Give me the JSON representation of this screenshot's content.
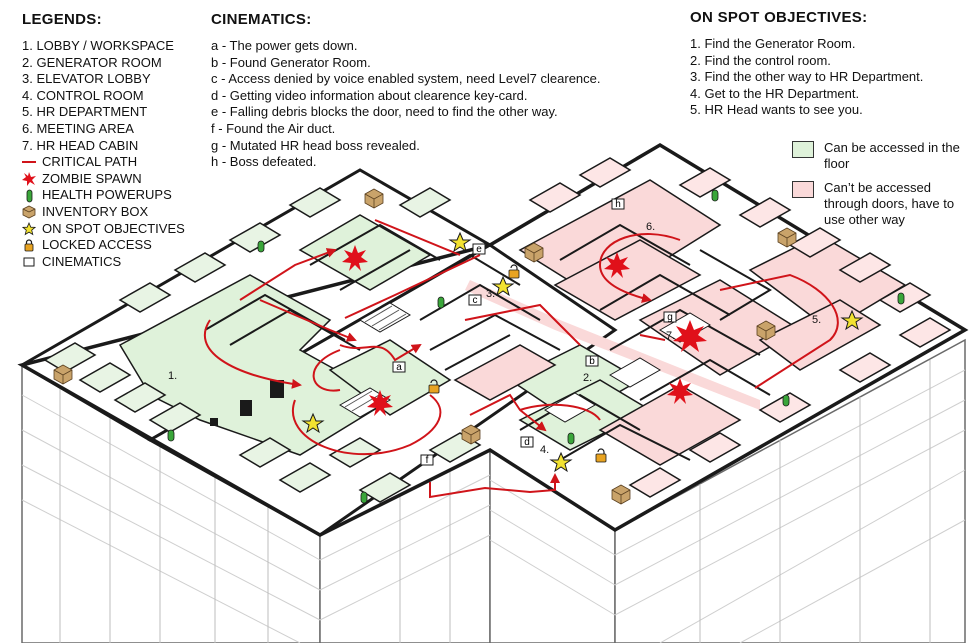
{
  "legends": {
    "title": "LEGENDS:",
    "rooms": [
      "1. LOBBY / WORKSPACE",
      "2. GENERATOR ROOM",
      "3. ELEVATOR LOBBY",
      "4. CONTROL ROOM",
      "5. HR DEPARTMENT",
      "6. MEETING AREA",
      "7. HR HEAD CABIN"
    ],
    "symbols": [
      {
        "icon": "critical-path-line",
        "label": "CRITICAL PATH"
      },
      {
        "icon": "zombie-spawn-burst",
        "label": "ZOMBIE SPAWN"
      },
      {
        "icon": "health-capsule",
        "label": "HEALTH POWERUPS"
      },
      {
        "icon": "inventory-box",
        "label": "INVENTORY BOX"
      },
      {
        "icon": "objective-star",
        "label": "ON SPOT OBJECTIVES"
      },
      {
        "icon": "padlock",
        "label": "LOCKED ACCESS"
      },
      {
        "icon": "cinematic-square",
        "label": "CINEMATICS"
      }
    ]
  },
  "cinematics": {
    "title": "CINEMATICS:",
    "items": [
      "a - The power gets down.",
      "b - Found Generator Room.",
      "c - Access denied by voice enabled system, need Level7 clearence.",
      "d - Getting video information about clearence key-card.",
      "e - Falling debris blocks the door, need to find the other way.",
      "f -  Found the Air duct.",
      "g - Mutated HR head boss revealed.",
      "h - Boss defeated."
    ]
  },
  "objectives": {
    "title": "ON SPOT OBJECTIVES:",
    "items": [
      "1. Find the Generator Room.",
      "2. Find the control room.",
      "3. Find the other way to HR Department.",
      "4. Get to the HR Department.",
      "5. HR Head wants to see you."
    ]
  },
  "access_key": [
    {
      "label": "Can be accessed in the floor",
      "color": "#dff2da"
    },
    {
      "label": "Can’t be accessed through doors, have to use other way",
      "color": "#fad9d9"
    }
  ],
  "map": {
    "room_numbers": [
      "1.",
      "2.",
      "3.",
      "4.",
      "5.",
      "6.",
      "7."
    ],
    "cinematic_letters": [
      "a",
      "b",
      "c",
      "d",
      "e",
      "f",
      "g",
      "h"
    ]
  },
  "colors": {
    "accessible": "#dff2da",
    "inaccessible": "#fad9d9",
    "critical_path": "#d0141a",
    "zombie": "#e0101a",
    "health": "#3aa63a",
    "star": "#f2e230",
    "lock": "#e8a321",
    "box": "#c9a36a",
    "wall": "#1a1a1a"
  }
}
